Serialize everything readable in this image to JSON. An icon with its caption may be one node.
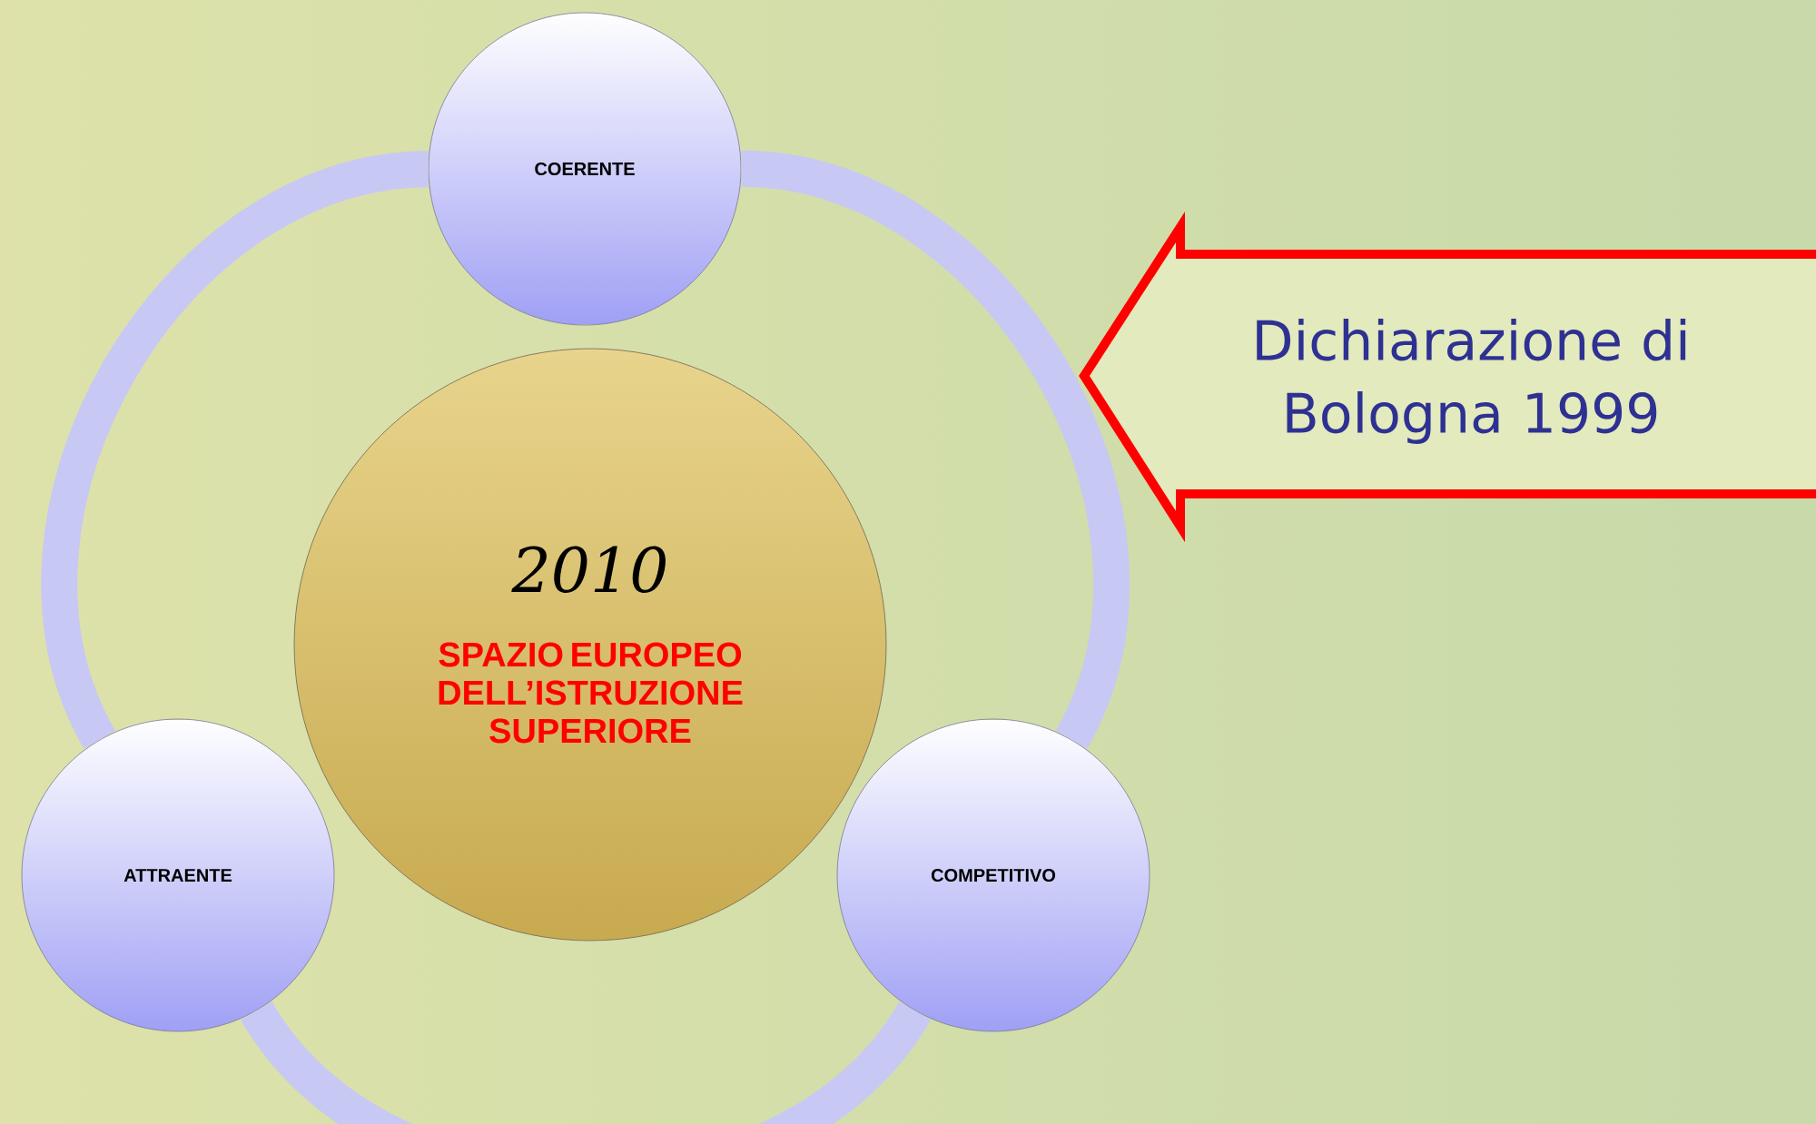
{
  "diagram": {
    "nodes": [
      {
        "text": [
          "COERENTE"
        ]
      },
      {
        "text": [
          "2010",
          "SPAZIO EUROPEO DELL’ISTRUZIONE SUPERIORE"
        ]
      },
      {
        "text": [
          "ATTRAENTE"
        ]
      },
      {
        "text": [
          "COMPETITIVO"
        ]
      },
      {
        "text": [
          "Dichiarazione di Bologna 1999"
        ]
      }
    ],
    "edges": [
      {
        "from": 0,
        "to": 3,
        "arrow": "none"
      },
      {
        "from": 3,
        "to": 2,
        "arrow": "none"
      },
      {
        "from": 2,
        "to": 0,
        "arrow": "none"
      }
    ]
  }
}
